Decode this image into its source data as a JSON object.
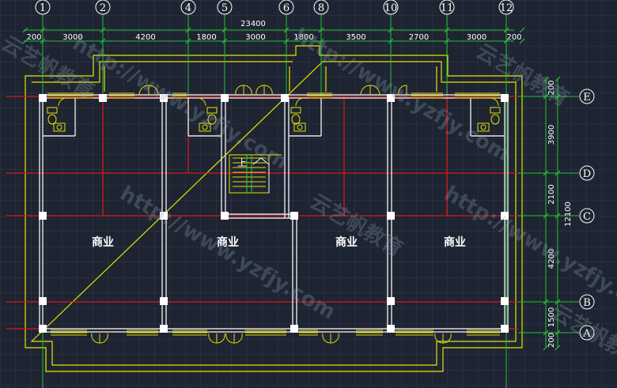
{
  "drawing": {
    "total_dimension": "23400",
    "axes_top": [
      "1",
      "2",
      "4",
      "5",
      "6",
      "8",
      "10",
      "11",
      "12"
    ],
    "axes_right": [
      "E",
      "D",
      "C",
      "B",
      "A"
    ],
    "top_dimensions": [
      "200",
      "3000",
      "4200",
      "1800",
      "3000",
      "1800",
      "3500",
      "2700",
      "3000",
      "200"
    ],
    "right_dimensions": [
      "200",
      "3900",
      "2100",
      "4200",
      "1500",
      "200"
    ],
    "right_total": "12100",
    "rooms": [
      "商业",
      "商业",
      "商业",
      "商业"
    ],
    "stair_label": "上",
    "watermarks": [
      "http://www.yzfjy.com",
      "云艺帆教育"
    ],
    "colors": {
      "background": "#1e2431",
      "grid": "#34405a",
      "axis": "#2ecc40",
      "wall": "#e8e8e8",
      "red_line": "#e01818",
      "outline": "#e8e800"
    }
  }
}
